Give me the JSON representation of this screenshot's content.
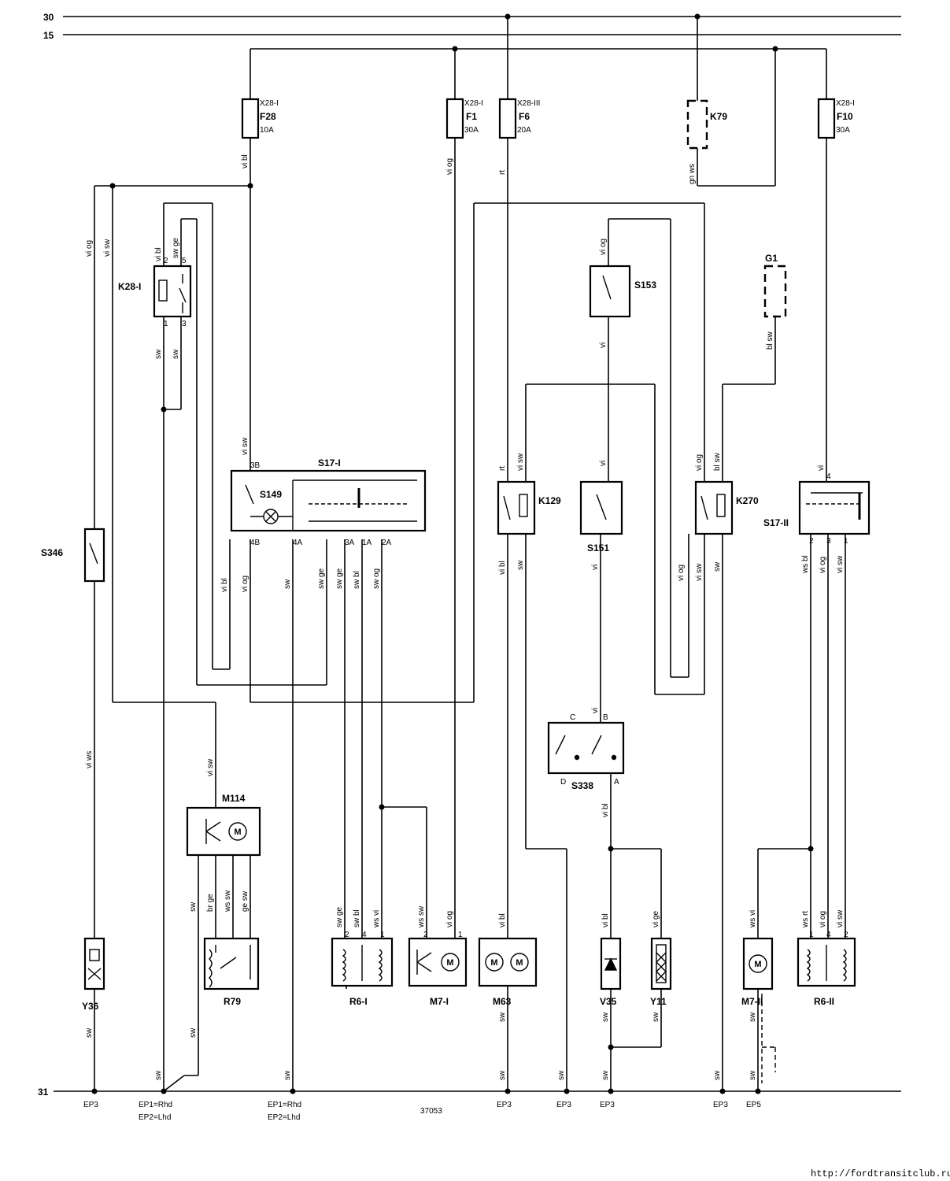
{
  "bus_labels": {
    "b30": "30",
    "b15": "15",
    "b31": "31"
  },
  "fuses": [
    {
      "ref": "X28-I",
      "name": "F28",
      "rating": "10A"
    },
    {
      "ref": "X28-I",
      "name": "F1",
      "rating": "30A"
    },
    {
      "ref": "X28-III",
      "name": "F6",
      "rating": "20A"
    },
    {
      "ref": "X28-I",
      "name": "F10",
      "rating": "30A"
    }
  ],
  "components": {
    "k79": "K79",
    "g1": "G1",
    "k28": "K28-I",
    "s153": "S153",
    "s17i": "S17-I",
    "s149": "S149",
    "k129": "K129",
    "s151": "S151",
    "k270": "K270",
    "s17ii": "S17-II",
    "s346": "S346",
    "s338": "S338",
    "m114": "M114",
    "y36": "Y36",
    "r79": "R79",
    "r6i": "R6-I",
    "m7i": "M7-I",
    "m63": "M63",
    "v35": "V35",
    "y11": "Y11",
    "m7ii": "M7-II",
    "r6ii": "R6-II"
  },
  "pins": {
    "k28_2": "2",
    "k28_5": "5",
    "k28_1": "1",
    "k28_3": "3",
    "s17i_3b": "3B",
    "s17i_4b": "4B",
    "s17i_4a": "4A",
    "s17i_3a": "3A",
    "s17i_1a": "1A",
    "s17i_2a": "2A",
    "s17ii_4": "4",
    "s17ii_2": "2",
    "s17ii_3": "3",
    "s17ii_1": "1",
    "s338_c": "C",
    "s338_b": "B",
    "s338_d": "D",
    "s338_a": "A",
    "r6i_2": "2",
    "r6i_4": "4",
    "r6i_1": "1",
    "m7i_2": "2",
    "m7i_1": "1",
    "r6ii_1": "1",
    "r6ii_4": "4",
    "r6ii_2": "2"
  },
  "wires": {
    "vi_bl": "vi bl",
    "vi_og": "vi og",
    "vi_sw": "vi sw",
    "sw_ge": "sw ge",
    "sw": "sw",
    "rt": "rt",
    "gn_ws": "gn ws",
    "bl_sw": "bl sw",
    "ws_bl": "ws bl",
    "sw_bl": "sw bl",
    "sw_og": "sw og",
    "vi": "vi",
    "vi_ws": "vi ws",
    "br_ge": "br ge",
    "ws_sw": "ws sw",
    "ge_sw": "ge sw",
    "ws_vi": "ws vi",
    "vi_ge": "vi ge",
    "ws_rt": "ws rt"
  },
  "ground_points": {
    "ep3": "EP3",
    "ep5": "EP5",
    "ep1_rhd": "EP1=Rhd",
    "ep2_lhd": "EP2=Lhd"
  },
  "diagram_number": "37053",
  "footer_url": "http://fordtransitclub.ru"
}
